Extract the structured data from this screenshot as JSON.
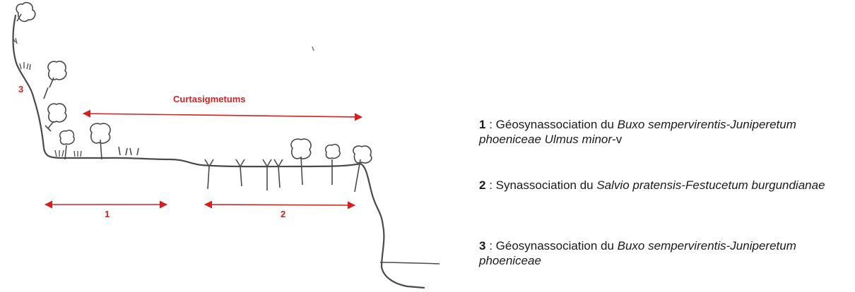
{
  "diagram": {
    "curtasigmetum_label": "Curtasigmetums",
    "zone_labels": {
      "zone1": "1",
      "zone2": "2",
      "zone3": "3"
    },
    "arrow_color": "#d42020",
    "line_color": "#4a4a4a"
  },
  "legend": [
    {
      "number": "1",
      "separator": " : ",
      "prefix": "Géosynassociation du ",
      "italic_a": "Buxo sempervirentis-Juniperetum phoeniceae Ulmus minor",
      "suffix": "-v"
    },
    {
      "number": "2",
      "separator": " : ",
      "prefix": "Synassociation du ",
      "italic_a": "Salvio pratensis-Festucetum burgundianae",
      "suffix": ""
    },
    {
      "number": "3",
      "separator": " : ",
      "prefix": "Géosynassociation du ",
      "italic_a": "Buxo sempervirentis-Juniperetum phoeniceae",
      "suffix": ""
    }
  ]
}
